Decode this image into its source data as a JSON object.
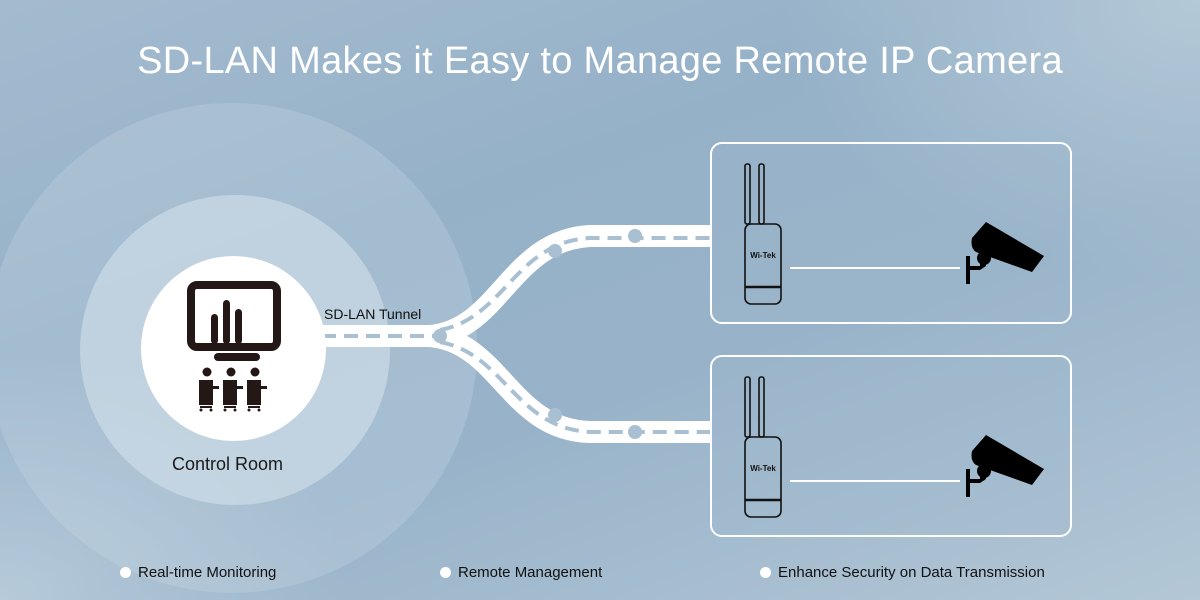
{
  "title": "SD-LAN Makes it Easy to Manage Remote IP Camera",
  "control_room": {
    "label": "Control Room",
    "icon": "monitor-with-operators-icon"
  },
  "tunnel": {
    "label": "SD-LAN Tunnel"
  },
  "sites": [
    {
      "router_icon": "outdoor-router-icon",
      "router_brand": "Wi-Tek",
      "camera_icon": "cctv-camera-icon"
    },
    {
      "router_icon": "outdoor-router-icon",
      "router_brand": "Wi-Tek",
      "camera_icon": "cctv-camera-icon"
    }
  ],
  "features": [
    {
      "label": "Real-time Monitoring"
    },
    {
      "label": "Remote Management"
    },
    {
      "label": "Enhance Security on Data Transmission"
    }
  ],
  "colors": {
    "background": "#98b3c9",
    "accent_white": "#ffffff",
    "dash": "#a9c0d2",
    "text_dark": "#111111"
  }
}
